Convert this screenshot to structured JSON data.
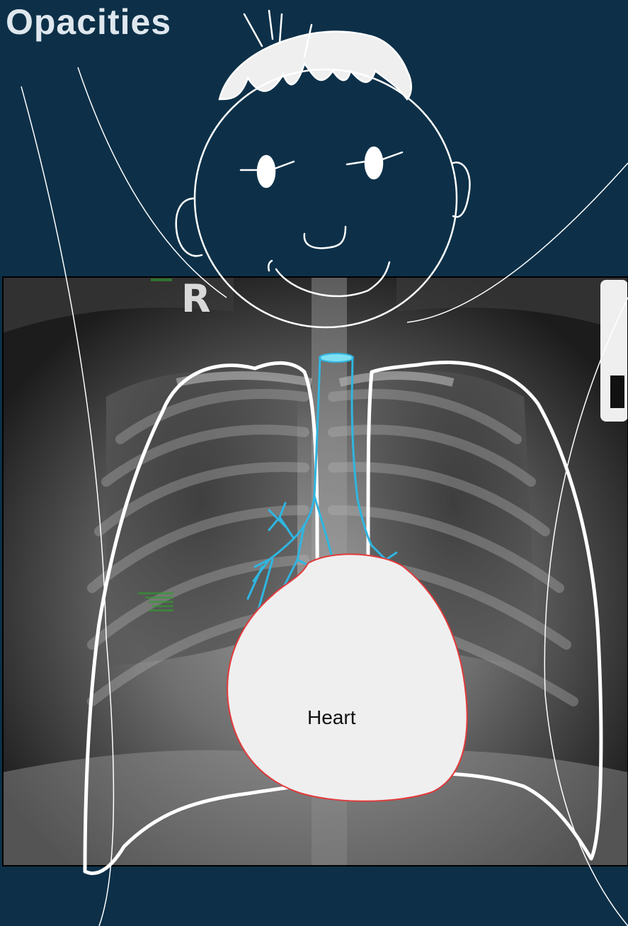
{
  "slide": {
    "title": "Opacities"
  },
  "xray": {
    "side_marker": "R"
  },
  "labels": {
    "heart": "Heart"
  },
  "colors": {
    "background": "#0d3048",
    "lung_outline": "#ffffff",
    "airway": "#2fb6e0",
    "heart_fill": "#efefef",
    "heart_outline": "#e23a3a",
    "face_lines": "#ffffff"
  },
  "icons": {
    "child_face": "cartoon-child-face",
    "airway": "trachea-bronchi",
    "heart": "heart-outline"
  }
}
